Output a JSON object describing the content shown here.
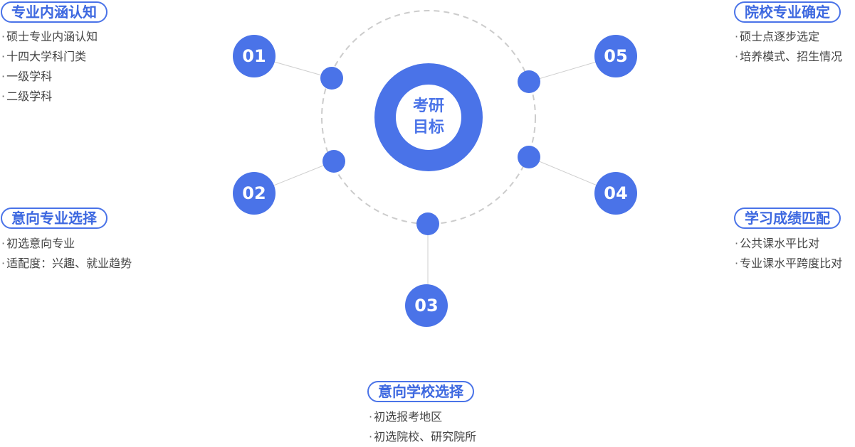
{
  "center": {
    "line1": "考研",
    "line2": "目标"
  },
  "sections": [
    {
      "number": "01",
      "title": "专业内涵认知",
      "items": [
        "硕士专业内涵认知",
        "十四大学科门类",
        "一级学科",
        "二级学科"
      ]
    },
    {
      "number": "02",
      "title": "意向专业选择",
      "items": [
        "初选意向专业",
        "适配度：兴趣、就业趋势"
      ]
    },
    {
      "number": "03",
      "title": "意向学校选择",
      "items": [
        "初选报考地区",
        "初选院校、研究院所"
      ]
    },
    {
      "number": "04",
      "title": "学习成绩匹配",
      "items": [
        "公共课水平比对",
        "专业课水平跨度比对"
      ]
    },
    {
      "number": "05",
      "title": "院校专业确定",
      "items": [
        "硕士点逐步选定",
        "培养模式、招生情况"
      ]
    }
  ],
  "colors": {
    "accent": "#4a73e8",
    "ring_dash": "#cccccc",
    "connector": "#cfcfcf"
  }
}
